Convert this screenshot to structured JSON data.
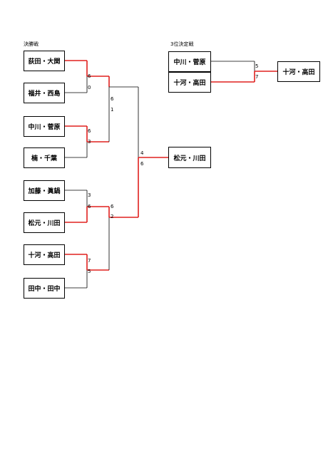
{
  "main_bracket": {
    "title": "決勝戦",
    "teams": [
      "荻田・大関",
      "福井・西島",
      "中川・菅原",
      "楠・千葉",
      "加藤・眞鍋",
      "松元・川田",
      "十河・高田",
      "田中・田中"
    ],
    "round1": [
      {
        "scores": [
          "6",
          "0"
        ],
        "winner": 0
      },
      {
        "scores": [
          "6",
          "3"
        ],
        "winner": 0
      },
      {
        "scores": [
          "3",
          "6"
        ],
        "winner": 1
      },
      {
        "scores": [
          "7",
          "5"
        ],
        "winner": 0
      }
    ],
    "semifinals": [
      {
        "scores": [
          "6",
          "1"
        ],
        "winner": 0
      },
      {
        "scores": [
          "6",
          "2"
        ],
        "winner": 0
      }
    ],
    "final": {
      "scores": [
        "4",
        "6"
      ],
      "winner": 1
    },
    "champion": "松元・川田"
  },
  "third_place": {
    "title": "3位決定戦",
    "teams": [
      "中川・菅原",
      "十河・高田"
    ],
    "scores": [
      "5",
      "7"
    ],
    "winner": 1,
    "winner_name": "十河・高田"
  },
  "colors": {
    "win_line": "#e0201e",
    "line": "#000000"
  }
}
